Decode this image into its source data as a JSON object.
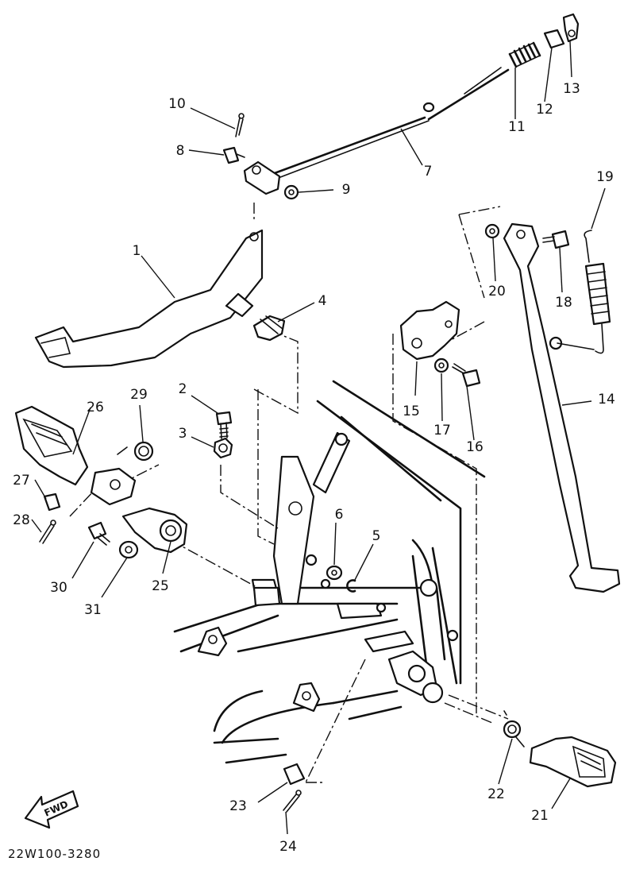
{
  "diagram_code": "22W100-3280",
  "fwd_label": "FWD",
  "callouts": {
    "p1": "1",
    "p2": "2",
    "p3": "3",
    "p4": "4",
    "p5": "5",
    "p6": "6",
    "p7": "7",
    "p8": "8",
    "p9": "9",
    "p10": "10",
    "p11": "11",
    "p12": "12",
    "p13": "13",
    "p14": "14",
    "p15": "15",
    "p16": "16",
    "p17": "17",
    "p18": "18",
    "p19": "19",
    "p20": "20",
    "p21": "21",
    "p22": "22",
    "p23": "23",
    "p24": "24",
    "p25": "25",
    "p26": "26",
    "p27": "27",
    "p28": "28",
    "p29": "29",
    "p30": "30",
    "p31": "31"
  }
}
